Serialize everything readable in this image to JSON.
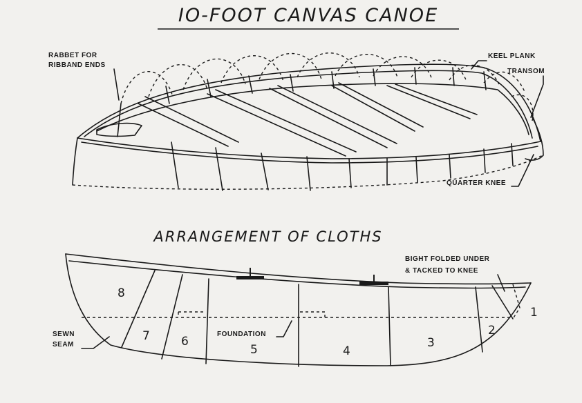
{
  "title": "IO-FOOT CANVAS CANOE",
  "subtitle": "ARRANGEMENT OF CLOTHS",
  "frame_labels": {
    "rabbet_line1": "RABBET FOR",
    "rabbet_line2": "RIBBAND ENDS",
    "keel_plank": "KEEL PLANK",
    "transom": "TRANSOM",
    "quarter_knee": "QUARTER KNEE"
  },
  "cloth_labels": {
    "bight_line1": "BIGHT FOLDED UNDER",
    "bight_line2": "& TACKED TO KNEE",
    "sewn_line1": "SEWN",
    "sewn_line2": "SEAM",
    "foundation": "FOUNDATION"
  },
  "cloth_numbers": [
    "8",
    "7",
    "6",
    "5",
    "4",
    "3",
    "2",
    "1"
  ],
  "colors": {
    "ink": "#1a1a1a",
    "paper": "#f2f1ee"
  }
}
